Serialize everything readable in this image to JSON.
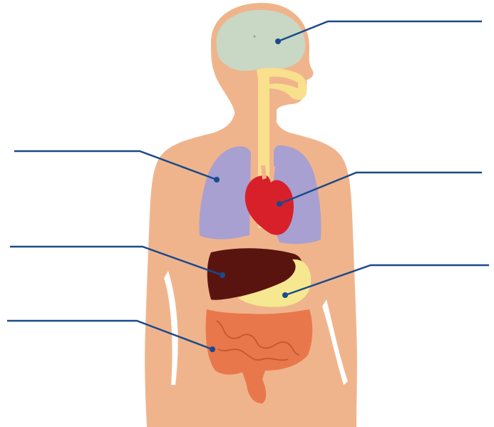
{
  "colors": {
    "skin": "#f0b48c",
    "skin_shadow": "#e6a47c",
    "brain": "#c8d8c4",
    "airway": "#f8e08c",
    "lungs": "#a8a0d0",
    "heart": "#d8202a",
    "liver": "#5a1410",
    "stomach": "#f5e890",
    "intestines": "#e8784c",
    "leader_line": "#1a4a8a",
    "leader_dot": "#1a4a8a"
  },
  "organs": [
    {
      "id": "brain",
      "icon": "brain-icon"
    },
    {
      "id": "lungs",
      "icon": "lungs-icon"
    },
    {
      "id": "heart",
      "icon": "heart-icon"
    },
    {
      "id": "liver",
      "icon": "liver-icon"
    },
    {
      "id": "stomach",
      "icon": "stomach-icon"
    },
    {
      "id": "intestines",
      "icon": "intestines-icon"
    }
  ],
  "labels": [
    {
      "organ": "brain",
      "text": ""
    },
    {
      "organ": "lungs",
      "text": ""
    },
    {
      "organ": "heart",
      "text": ""
    },
    {
      "organ": "liver",
      "text": ""
    },
    {
      "organ": "stomach",
      "text": ""
    },
    {
      "organ": "intestines",
      "text": ""
    }
  ]
}
